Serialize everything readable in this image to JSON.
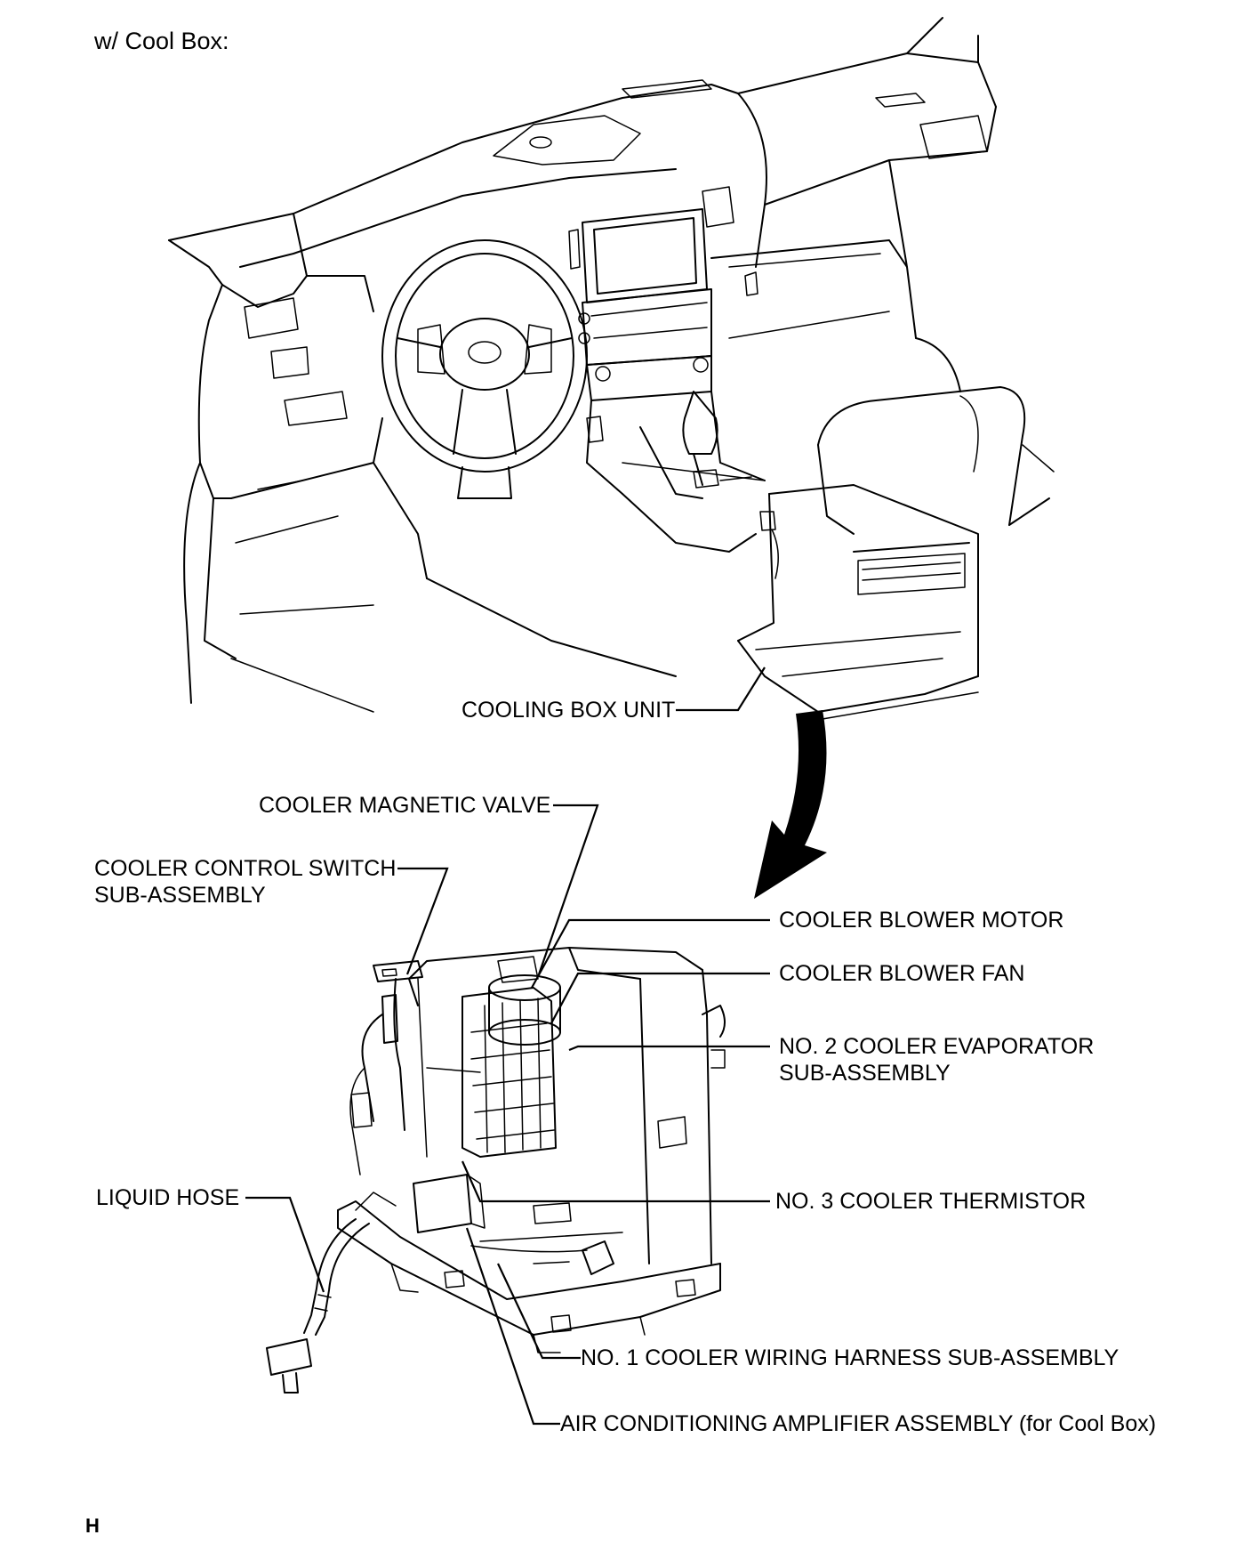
{
  "heading": "w/ Cool Box:",
  "footer_code": "H",
  "labels": {
    "cooling_box_unit": "COOLING BOX UNIT",
    "cooler_magnetic_valve": "COOLER MAGNETIC VALVE",
    "cooler_control_switch_line1": "COOLER CONTROL SWITCH",
    "cooler_control_switch_line2": "SUB-ASSEMBLY",
    "cooler_blower_motor": "COOLER BLOWER MOTOR",
    "cooler_blower_fan": "COOLER BLOWER FAN",
    "no2_evaporator_line1": "NO. 2 COOLER EVAPORATOR",
    "no2_evaporator_line2": "SUB-ASSEMBLY",
    "liquid_hose": "LIQUID HOSE",
    "no3_thermistor": "NO. 3 COOLER THERMISTOR",
    "no1_wiring_harness": "NO. 1 COOLER WIRING HARNESS SUB-ASSEMBLY",
    "ac_amplifier": "AIR CONDITIONING AMPLIFIER ASSEMBLY (for Cool Box)"
  }
}
